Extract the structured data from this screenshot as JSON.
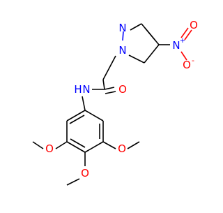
{
  "molecule": {
    "atoms": {
      "n_pyrazole_2": "N",
      "n_pyrazole_1": "N",
      "n_nitro": "N",
      "nitro_charge": "+",
      "o_nitro_top": "O",
      "o_nitro_bottom": "O",
      "o_nitro_charge": "-",
      "o_amide": "O",
      "n_amide": "N",
      "h_amide": "H",
      "o_methoxy_left": "O",
      "o_methoxy_right": "O",
      "o_methoxy_bottom": "O"
    }
  },
  "colors": {
    "bond": "#000000",
    "nitrogen": "#0000ff",
    "oxygen": "#ff0000"
  }
}
